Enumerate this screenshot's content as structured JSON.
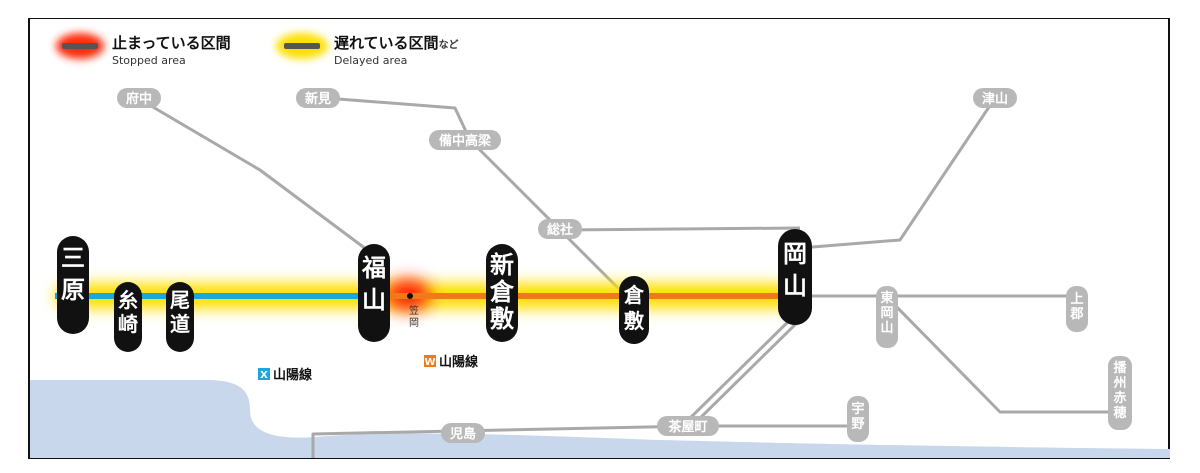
{
  "legend": {
    "stopped_label": "止まっている区間",
    "stopped_sub": "Stopped area",
    "delayed_label": "遅れている区間",
    "delayed_suffix": "など",
    "delayed_sub": "Delayed area"
  },
  "stations": {
    "fuchu": "府中",
    "niimi": "新見",
    "bitchu_takahashi": "備中高梁",
    "soja": "総社",
    "tsuyama": "津山",
    "higashi_okayama": "東岡山",
    "kamigori": "上郡",
    "harima_ako": "播州赤穂",
    "uno": "宇野",
    "chayamachi": "茶屋町",
    "kojima": "児島",
    "mihara": "三原",
    "itozaki": "糸崎",
    "onomichi": "尾道",
    "fukuyama": "福山",
    "kasaoka": "笠岡",
    "shin_kurashiki": "新倉敷",
    "kurashiki": "倉敷",
    "okayama": "岡山"
  },
  "lines": {
    "x_badge": "X",
    "x_name": "山陽線",
    "w_badge": "W",
    "w_name": "山陽線"
  },
  "colors": {
    "line_x": "#1ba7d8",
    "line_w": "#f07a1a",
    "delayed_glow": "#ffe000",
    "stopped_glow": "#ff2a10",
    "route_gray": "#a9a9a9",
    "station_gray": "#b8b8b8",
    "major_station": "#111111",
    "sea": "#c9d7ec"
  }
}
